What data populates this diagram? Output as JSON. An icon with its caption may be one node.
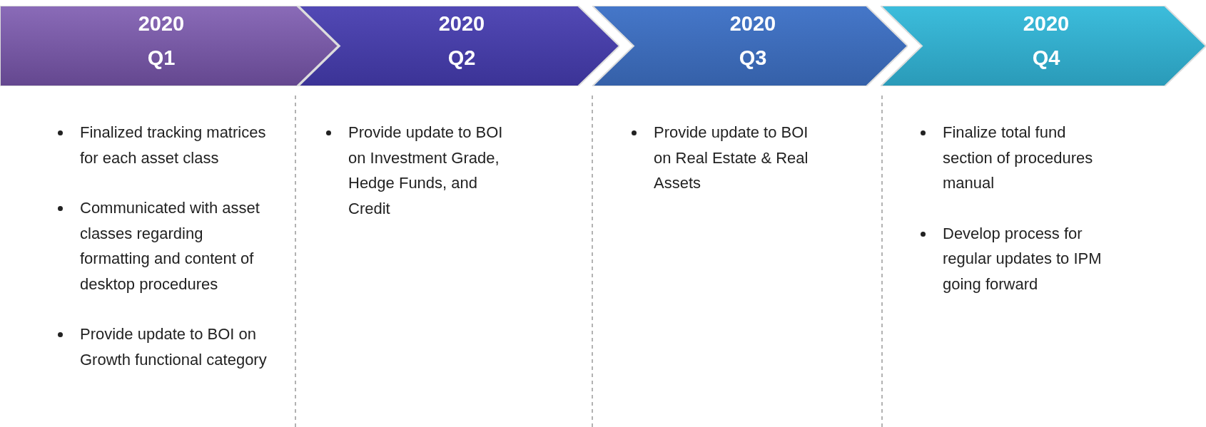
{
  "diagram": {
    "nodes": [
      {
        "text": [
          "2020",
          "Q1"
        ]
      },
      {
        "text": [
          "2020",
          "Q2"
        ]
      },
      {
        "text": [
          "2020",
          "Q3"
        ]
      },
      {
        "text": [
          "2020",
          "Q4"
        ]
      }
    ],
    "labels": [
      "Finalized tracking matrices for each asset class",
      "Communicated with asset classes regarding formatting and content of desktop procedures",
      "Provide update to BOI on Growth functional category",
      "Provide update to BOI on Investment Grade, Hedge Funds, and Credit",
      "Provide update to BOI on Real Estate & Real Assets",
      "Finalize total fund section of procedures manual",
      "Develop process for regular updates to IPM going forward"
    ]
  }
}
